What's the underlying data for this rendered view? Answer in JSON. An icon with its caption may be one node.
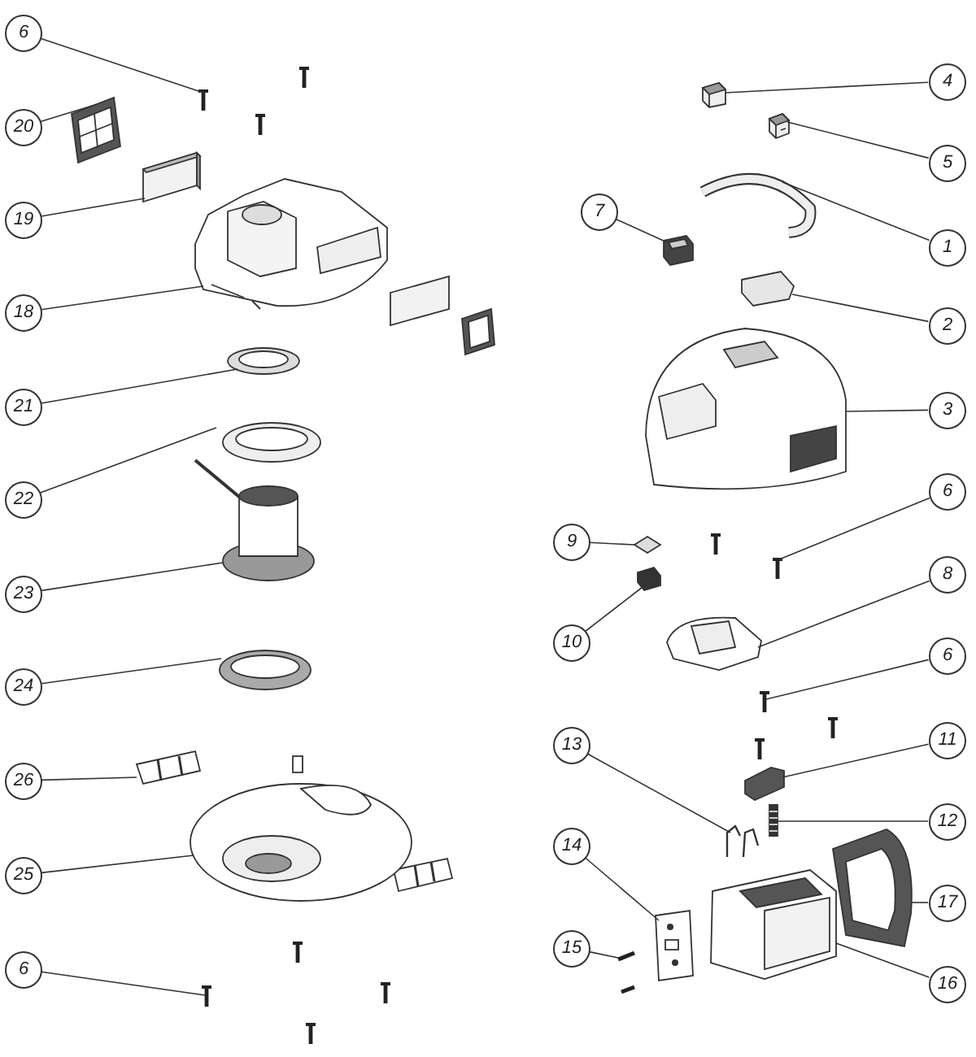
{
  "diagram": {
    "nodes": [
      {
        "text": [
          "6"
        ]
      },
      {
        "text": [],
        "shape": "picture"
      },
      {
        "text": [
          "4"
        ]
      },
      {
        "text": [],
        "shape": "picture"
      },
      {
        "text": [
          "20"
        ]
      },
      {
        "text": [],
        "shape": "picture"
      },
      {
        "text": [
          "5"
        ]
      },
      {
        "text": [],
        "shape": "picture"
      },
      {
        "text": [
          "7"
        ]
      },
      {
        "text": [],
        "shape": "picture"
      },
      {
        "text": [
          "19"
        ]
      },
      {
        "text": [],
        "shape": "picture"
      },
      {
        "text": [
          "1"
        ]
      },
      {
        "text": [],
        "shape": "picture"
      },
      {
        "text": [
          "18"
        ]
      },
      {
        "text": [],
        "shape": "picture"
      },
      {
        "text": [
          "2"
        ]
      },
      {
        "text": [],
        "shape": "picture"
      },
      {
        "text": [
          "21"
        ]
      },
      {
        "text": [],
        "shape": "picture"
      },
      {
        "text": [
          "3"
        ]
      },
      {
        "text": [],
        "shape": "picture"
      },
      {
        "text": [
          "6"
        ]
      },
      {
        "text": [],
        "shape": "picture"
      },
      {
        "text": [
          "22"
        ]
      },
      {
        "text": [],
        "shape": "picture"
      },
      {
        "text": [
          "9"
        ]
      },
      {
        "text": [],
        "shape": "picture"
      },
      {
        "text": [
          "8"
        ]
      },
      {
        "text": [],
        "shape": "picture"
      },
      {
        "text": [
          "23"
        ]
      },
      {
        "text": [],
        "shape": "picture"
      },
      {
        "text": [
          "10"
        ]
      },
      {
        "text": [],
        "shape": "picture"
      },
      {
        "text": [
          "6"
        ]
      },
      {
        "text": [],
        "shape": "picture"
      },
      {
        "text": [
          "24"
        ]
      },
      {
        "text": [],
        "shape": "picture"
      },
      {
        "text": [
          "11"
        ]
      },
      {
        "text": [],
        "shape": "picture"
      },
      {
        "text": [
          "13"
        ]
      },
      {
        "text": [],
        "shape": "picture"
      },
      {
        "text": [
          "26"
        ]
      },
      {
        "text": [],
        "shape": "picture"
      },
      {
        "text": [
          "12"
        ]
      },
      {
        "text": [],
        "shape": "picture"
      },
      {
        "text": [
          "14"
        ]
      },
      {
        "text": [],
        "shape": "picture"
      },
      {
        "text": [
          "25"
        ]
      },
      {
        "text": [],
        "shape": "picture"
      },
      {
        "text": [
          "17"
        ]
      },
      {
        "text": [],
        "shape": "picture"
      },
      {
        "text": [
          "15"
        ]
      },
      {
        "text": [],
        "shape": "picture"
      },
      {
        "text": [
          "6"
        ]
      },
      {
        "text": [],
        "shape": "picture"
      },
      {
        "text": [
          "16"
        ]
      },
      {
        "text": [],
        "shape": "picture"
      }
    ],
    "edges": [
      {
        "from": 0,
        "to": 1,
        "arrow": "none"
      },
      {
        "from": 2,
        "to": 3,
        "arrow": "none"
      },
      {
        "from": 4,
        "to": 5,
        "arrow": "none"
      },
      {
        "from": 6,
        "to": 7,
        "arrow": "none"
      },
      {
        "from": 8,
        "to": 9,
        "arrow": "none"
      },
      {
        "from": 10,
        "to": 11,
        "arrow": "none"
      },
      {
        "from": 12,
        "to": 13,
        "arrow": "none"
      },
      {
        "from": 14,
        "to": 15,
        "arrow": "none"
      },
      {
        "from": 16,
        "to": 17,
        "arrow": "none"
      },
      {
        "from": 18,
        "to": 19,
        "arrow": "none"
      },
      {
        "from": 20,
        "to": 21,
        "arrow": "none"
      },
      {
        "from": 22,
        "to": 23,
        "arrow": "none"
      },
      {
        "from": 24,
        "to": 25,
        "arrow": "none"
      },
      {
        "from": 26,
        "to": 27,
        "arrow": "none"
      },
      {
        "from": 28,
        "to": 29,
        "arrow": "none"
      },
      {
        "from": 30,
        "to": 31,
        "arrow": "none"
      },
      {
        "from": 32,
        "to": 33,
        "arrow": "none"
      },
      {
        "from": 34,
        "to": 35,
        "arrow": "none"
      },
      {
        "from": 36,
        "to": 37,
        "arrow": "none"
      },
      {
        "from": 38,
        "to": 39,
        "arrow": "none"
      },
      {
        "from": 40,
        "to": 41,
        "arrow": "none"
      },
      {
        "from": 42,
        "to": 43,
        "arrow": "none"
      },
      {
        "from": 44,
        "to": 45,
        "arrow": "none"
      },
      {
        "from": 46,
        "to": 47,
        "arrow": "none"
      },
      {
        "from": 48,
        "to": 49,
        "arrow": "none"
      },
      {
        "from": 50,
        "to": 51,
        "arrow": "none"
      },
      {
        "from": 52,
        "to": 53,
        "arrow": "none"
      },
      {
        "from": 54,
        "to": 55,
        "arrow": "none"
      },
      {
        "from": 56,
        "to": 57,
        "arrow": "none"
      }
    ]
  }
}
